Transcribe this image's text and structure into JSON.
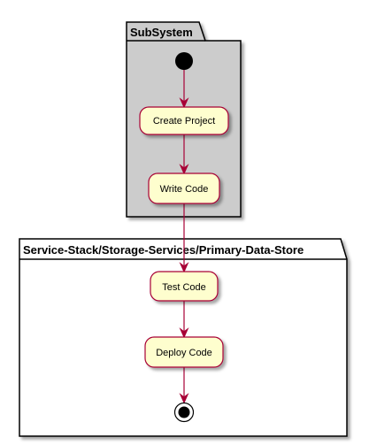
{
  "diagram": {
    "type": "activity",
    "colors": {
      "subsystem_fill": "#cccccc",
      "store_fill": "#ffffff",
      "activity_fill": "#fefece",
      "activity_border": "#a80036",
      "arrow": "#a80036",
      "node_black": "#000000"
    },
    "packages": [
      {
        "id": "subsystem",
        "title": "SubSystem"
      },
      {
        "id": "primary-data-store",
        "title": "Service-Stack/Storage-Services/Primary-Data-Store"
      }
    ],
    "activities": [
      {
        "id": "create-project",
        "label": "Create Project",
        "package": "subsystem"
      },
      {
        "id": "write-code",
        "label": "Write Code",
        "package": "subsystem"
      },
      {
        "id": "test-code",
        "label": "Test Code",
        "package": "primary-data-store"
      },
      {
        "id": "deploy-code",
        "label": "Deploy Code",
        "package": "primary-data-store"
      }
    ],
    "flow": [
      "start",
      "create-project",
      "write-code",
      "test-code",
      "deploy-code",
      "end"
    ]
  }
}
